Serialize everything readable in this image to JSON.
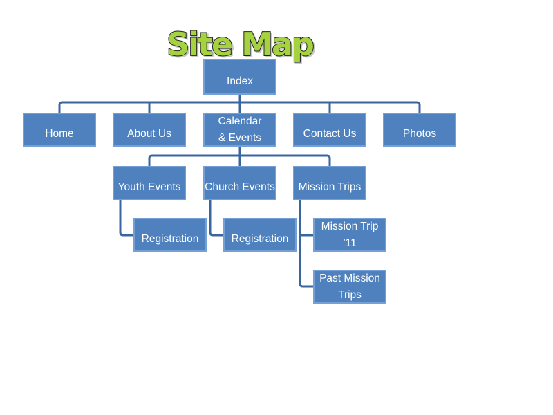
{
  "title": {
    "text": "Site Map",
    "fill_color": "#A5D23F",
    "outline_color": "#1F1F1F"
  },
  "colors": {
    "background": "#FFFFFF",
    "box_fill": "#4E81BD",
    "box_border": "#74A0D6",
    "box_text": "#FFFFFF",
    "connector": "#3A66A0"
  },
  "nodes": {
    "index": {
      "label": "Index",
      "lines": [
        "Index"
      ]
    },
    "home": {
      "label": "Home",
      "lines": [
        "Home"
      ]
    },
    "about": {
      "label": "About Us",
      "lines": [
        "About Us"
      ]
    },
    "calendar": {
      "label": "Calendar & Events",
      "lines": [
        "Calendar",
        "& Events"
      ]
    },
    "contact": {
      "label": "Contact Us",
      "lines": [
        "Contact Us"
      ]
    },
    "photos": {
      "label": "Photos",
      "lines": [
        "Photos"
      ]
    },
    "youth": {
      "label": "Youth Events",
      "lines": [
        "Youth Events"
      ]
    },
    "church": {
      "label": "Church Events",
      "lines": [
        "Church Events"
      ]
    },
    "mission": {
      "label": "Mission Trips",
      "lines": [
        "Mission Trips"
      ]
    },
    "reg1": {
      "label": "Registration",
      "lines": [
        "Registration"
      ]
    },
    "reg2": {
      "label": "Registration",
      "lines": [
        "Registration"
      ]
    },
    "mt11": {
      "label": "Mission Trip ’11",
      "lines": [
        "Mission Trip",
        "’11"
      ]
    },
    "pastmt": {
      "label": "Past Mission Trips",
      "lines": [
        "Past Mission",
        "Trips"
      ]
    }
  },
  "hierarchy": [
    {
      "parent": "Index",
      "children": [
        "Home",
        "About Us",
        "Calendar & Events",
        "Contact Us",
        "Photos"
      ]
    },
    {
      "parent": "Calendar & Events",
      "children": [
        "Youth Events",
        "Church Events",
        "Mission Trips"
      ]
    },
    {
      "parent": "Youth Events",
      "children": [
        "Registration"
      ]
    },
    {
      "parent": "Church Events",
      "children": [
        "Registration"
      ]
    },
    {
      "parent": "Mission Trips",
      "children": [
        "Mission Trip ’11",
        "Past Mission Trips"
      ]
    }
  ]
}
